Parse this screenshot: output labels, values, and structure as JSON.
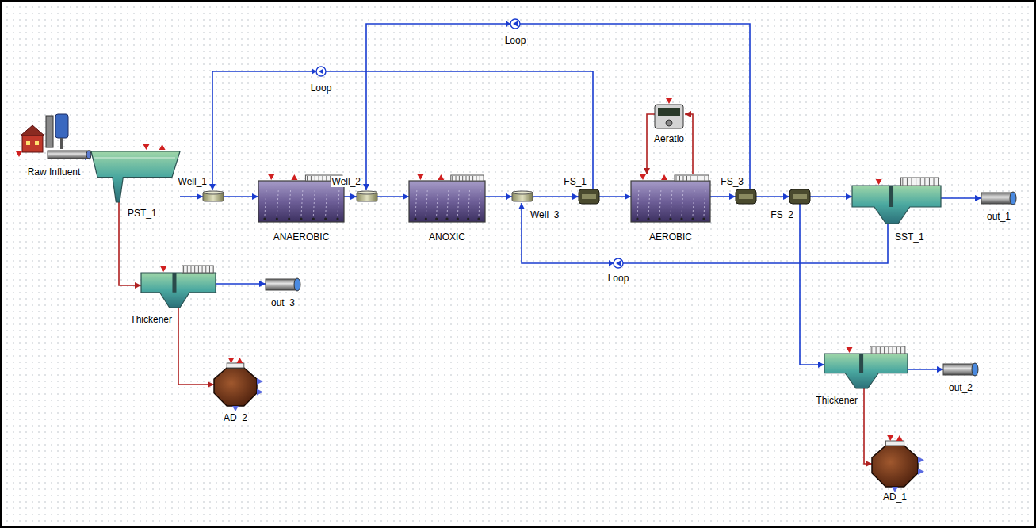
{
  "diagram": {
    "nodes": [
      {
        "text": [
          "Raw Influent"
        ]
      },
      {
        "text": [
          "PST_1"
        ]
      },
      {
        "text": [
          "Well_1"
        ]
      },
      {
        "text": [
          "ANAEROBIC"
        ]
      },
      {
        "text": [
          "Well_2"
        ]
      },
      {
        "text": [
          "ANOXIC"
        ]
      },
      {
        "text": [
          "Well_3"
        ]
      },
      {
        "text": [
          "FS_1"
        ]
      },
      {
        "text": [
          "Aeratio"
        ]
      },
      {
        "text": [
          "AEROBIC"
        ]
      },
      {
        "text": [
          "FS_3"
        ]
      },
      {
        "text": [
          "FS_2"
        ]
      },
      {
        "text": [
          "SST_1"
        ]
      },
      {
        "text": [
          "out_1"
        ]
      },
      {
        "text": [
          "Thickener"
        ]
      },
      {
        "text": [
          "out_3"
        ]
      },
      {
        "text": [
          "AD_2"
        ]
      },
      {
        "text": [
          "Thickener"
        ]
      },
      {
        "text": [
          "out_2"
        ]
      },
      {
        "text": [
          "AD_1"
        ]
      }
    ],
    "edges": [
      {
        "from": 0,
        "to": 1,
        "arrow": "to"
      },
      {
        "from": 1,
        "to": 2,
        "arrow": "to"
      },
      {
        "from": 2,
        "to": 3,
        "arrow": "to"
      },
      {
        "from": 3,
        "to": 4,
        "arrow": "to"
      },
      {
        "from": 4,
        "to": 5,
        "arrow": "to"
      },
      {
        "from": 5,
        "to": 6,
        "arrow": "to"
      },
      {
        "from": 6,
        "to": 7,
        "arrow": "to"
      },
      {
        "from": 7,
        "to": 9,
        "arrow": "to"
      },
      {
        "from": 8,
        "to": 9,
        "arrow": "to"
      },
      {
        "from": 9,
        "to": 10,
        "arrow": "to"
      },
      {
        "from": 10,
        "to": 11,
        "arrow": "to"
      },
      {
        "from": 11,
        "to": 12,
        "arrow": "to"
      },
      {
        "from": 12,
        "to": 13,
        "arrow": "to"
      },
      {
        "from": 7,
        "to": 2,
        "label": "Loop",
        "arrow": "to"
      },
      {
        "from": 10,
        "to": 4,
        "label": "Loop",
        "arrow": "to"
      },
      {
        "from": 12,
        "to": 6,
        "label": "Loop",
        "arrow": "to"
      },
      {
        "from": 1,
        "to": 14,
        "arrow": "to"
      },
      {
        "from": 14,
        "to": 15,
        "arrow": "to"
      },
      {
        "from": 14,
        "to": 16,
        "arrow": "to"
      },
      {
        "from": 11,
        "to": 17,
        "arrow": "to"
      },
      {
        "from": 17,
        "to": 18,
        "arrow": "to"
      },
      {
        "from": 17,
        "to": 19,
        "arrow": "to"
      }
    ]
  }
}
